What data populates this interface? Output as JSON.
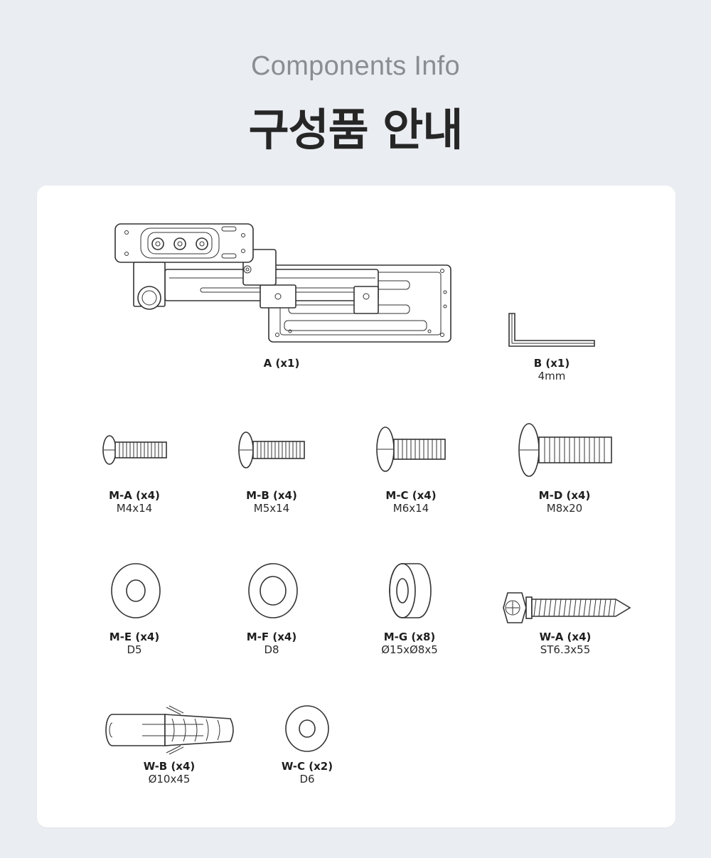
{
  "header": {
    "subtitle": "Components Info",
    "title": "구성품 안내"
  },
  "components": [
    {
      "id": "A",
      "code": "A (x1)",
      "spec": ""
    },
    {
      "id": "B",
      "code": "B (x1)",
      "spec": "4mm"
    },
    {
      "id": "M-A",
      "code": "M-A (x4)",
      "spec": "M4x14"
    },
    {
      "id": "M-B",
      "code": "M-B (x4)",
      "spec": "M5x14"
    },
    {
      "id": "M-C",
      "code": "M-C (x4)",
      "spec": "M6x14"
    },
    {
      "id": "M-D",
      "code": "M-D (x4)",
      "spec": "M8x20"
    },
    {
      "id": "M-E",
      "code": "M-E (x4)",
      "spec": "D5"
    },
    {
      "id": "M-F",
      "code": "M-F (x4)",
      "spec": "D8"
    },
    {
      "id": "M-G",
      "code": "M-G (x8)",
      "spec": "Ø15xØ8x5"
    },
    {
      "id": "W-A",
      "code": "W-A (x4)",
      "spec": "ST6.3x55"
    },
    {
      "id": "W-B",
      "code": "W-B (x4)",
      "spec": "Ø10x45"
    },
    {
      "id": "W-C",
      "code": "W-C (x2)",
      "spec": "D6"
    }
  ],
  "icons": {
    "A": "wall-mount-bracket-icon",
    "B": "hex-key-icon",
    "M-A": "machine-screw-icon",
    "M-B": "machine-screw-icon",
    "M-C": "machine-screw-icon",
    "M-D": "machine-screw-icon",
    "M-E": "washer-icon",
    "M-F": "washer-icon",
    "M-G": "spacer-icon",
    "W-A": "lag-screw-icon",
    "W-B": "wall-anchor-icon",
    "W-C": "washer-icon"
  },
  "colors": {
    "background": "#eaedf2",
    "card": "#ffffff",
    "title": "#262626",
    "subtitle": "#8a8d92"
  }
}
